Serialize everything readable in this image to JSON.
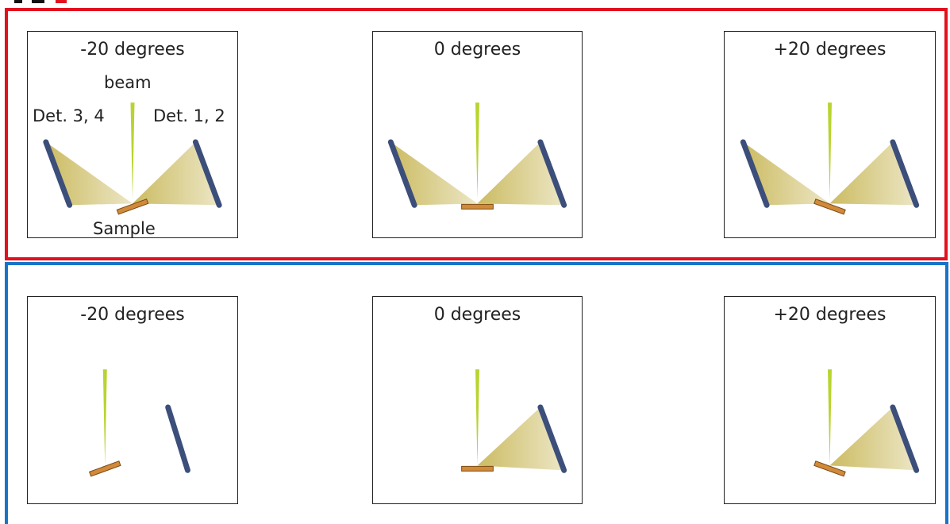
{
  "panels": [
    {
      "title": "-20 degrees",
      "angle": -20,
      "detectors": [
        "left",
        "right"
      ],
      "labels": {
        "beam": "beam",
        "det_left": "Det. 3, 4",
        "det_right": "Det. 1, 2",
        "sample": "Sample"
      }
    },
    {
      "title": "0 degrees",
      "angle": 0,
      "detectors": [
        "left",
        "right"
      ]
    },
    {
      "title": "+20 degrees",
      "angle": 20,
      "detectors": [
        "left",
        "right"
      ]
    },
    {
      "title": "-20 degrees",
      "angle": -20,
      "detectors": []
    },
    {
      "title": "0 degrees",
      "angle": 0,
      "detectors": [
        "right"
      ]
    },
    {
      "title": "+20 degrees",
      "angle": 20,
      "detectors": [
        "right"
      ]
    }
  ],
  "colors": {
    "top_group_border": "#e3101e",
    "bottom_group_border": "#1874c8",
    "beam": "#b8d430",
    "cone": "#c9b85a",
    "detector": "#3c4e7a",
    "sample": "#d08a3a"
  }
}
